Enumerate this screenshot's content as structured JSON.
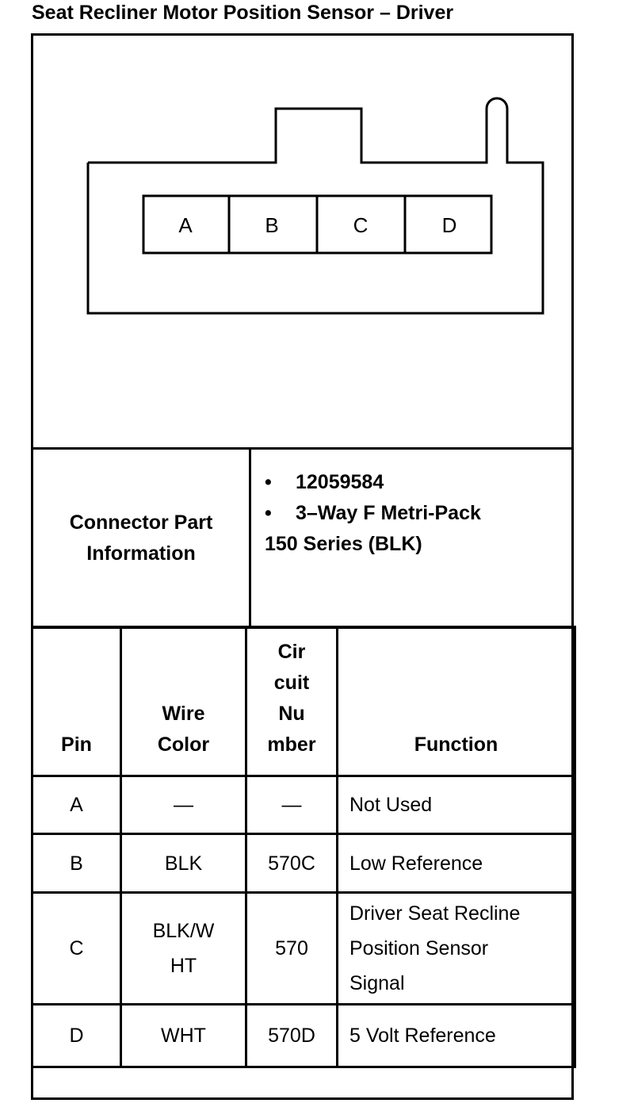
{
  "title": "Seat Recliner Motor Position Sensor – Driver",
  "connector": {
    "cavities": [
      "A",
      "B",
      "C",
      "D"
    ]
  },
  "part_info": {
    "label_line1": "Connector Part",
    "label_line2": "Information",
    "bullet_symbol": "•",
    "part_number": "12059584",
    "description_line1": "3–Way F Metri-Pack",
    "description_line2": "150 Series (BLK)"
  },
  "pin_table": {
    "headers": {
      "pin": "Pin",
      "wire_color_line1": "Wire",
      "wire_color_line2": "Color",
      "circuit_line1": "Cir",
      "circuit_line2": "cuit",
      "circuit_line3": "Nu",
      "circuit_line4": "mber",
      "function": "Function"
    },
    "rows": [
      {
        "pin": "A",
        "wire_color": "—",
        "circuit": "—",
        "function": "Not Used"
      },
      {
        "pin": "B",
        "wire_color": "BLK",
        "circuit": "570C",
        "function": "Low Reference"
      },
      {
        "pin": "C",
        "wire_color_line1": "BLK/W",
        "wire_color_line2": "HT",
        "circuit": "570",
        "function_line1": "Driver Seat Recline",
        "function_line2": "Position Sensor",
        "function_line3": "Signal"
      },
      {
        "pin": "D",
        "wire_color": "WHT",
        "circuit": "570D",
        "function": "5 Volt Reference"
      }
    ]
  }
}
